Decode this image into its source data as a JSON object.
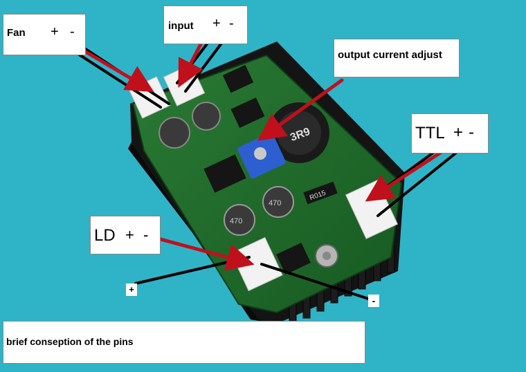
{
  "labels": {
    "fan": {
      "name": "Fan",
      "plus": "+",
      "minus": "-"
    },
    "input": {
      "name": "input",
      "plus": "+",
      "minus": "-"
    },
    "adjust": {
      "text": "output current adjust"
    },
    "ttl": {
      "name": "TTL",
      "plus": "+",
      "minus": "-"
    },
    "ld": {
      "name": "LD",
      "plus": "+",
      "minus": "-"
    },
    "pin_plus": "+",
    "pin_minus": "-",
    "caption": "brief conseption of the pins"
  },
  "board_markings": {
    "inductor": "3R9",
    "sense_resistor": "R015",
    "cap_1": "470",
    "cap_2": "470"
  },
  "colors": {
    "background": "#2fb3c7",
    "pcb": "#1f6a2a",
    "heatsink": "#111111",
    "connector": "#f2f2f2",
    "arrow": "#c0101c",
    "leader": "#000000",
    "trimpot": "#2e5fd0"
  }
}
